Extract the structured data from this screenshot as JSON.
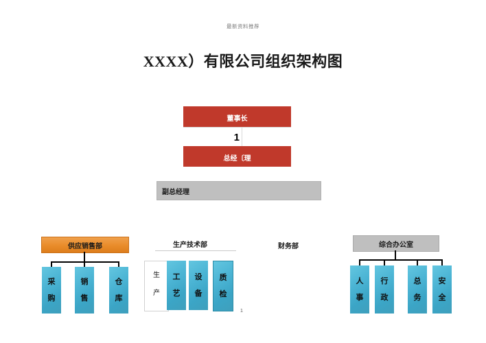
{
  "document": {
    "header_note": "最新资料推荐",
    "title": "XXXX）有限公司组织架构图",
    "page_number": "1"
  },
  "top": {
    "chairman_label": "董事长",
    "middle_value": "1",
    "general_manager_label": "总经〔理",
    "vice_general_manager_label": "副总经理"
  },
  "departments": [
    {
      "name": "供应销售部",
      "style": "orange-box",
      "children": [
        {
          "label_top": "采",
          "label_bottom": "购"
        },
        {
          "label_top": "销",
          "label_bottom": "售"
        },
        {
          "label_top": "仓",
          "label_bottom": "库"
        }
      ]
    },
    {
      "name": "生产技术部",
      "style": "plain-underlined",
      "children": [
        {
          "label_top": "生",
          "label_bottom": "产"
        },
        {
          "label_top": "工",
          "label_bottom": "艺"
        },
        {
          "label_top": "设",
          "label_bottom": "备"
        },
        {
          "label_top": "质",
          "label_bottom": "检"
        }
      ]
    },
    {
      "name": "财务部",
      "style": "plain",
      "children": []
    },
    {
      "name": "综合办公室",
      "style": "gray-box",
      "children": [
        {
          "label_top": "人",
          "label_bottom": "事"
        },
        {
          "label_top": "行",
          "label_bottom": "政"
        },
        {
          "label_top": "总",
          "label_bottom": "务"
        },
        {
          "label_top": "安",
          "label_bottom": "全"
        }
      ]
    }
  ],
  "colors": {
    "red": "#c0392b",
    "orange": "#e98c2a",
    "gray": "#bfbfbf",
    "blue": "#4bb4d4",
    "connector": "#000000"
  }
}
